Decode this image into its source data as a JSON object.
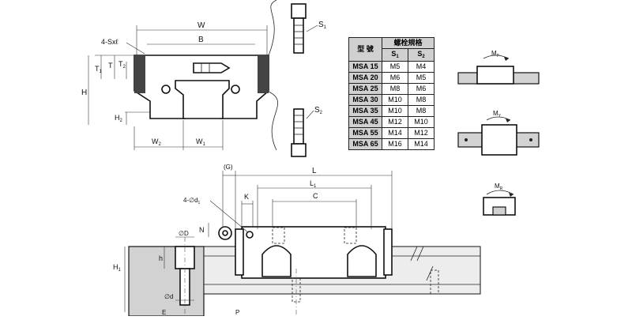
{
  "top_view": {
    "labels": {
      "W": "W",
      "B": "B",
      "screw_hole": "4-Sxℓ",
      "T1": "T",
      "T1_sub": "1",
      "T": "T",
      "T2": "T",
      "T2_sub": "2",
      "H": "H",
      "H2": "H",
      "H2_sub": "2",
      "W2": "W",
      "W2_sub": "2",
      "W1": "W",
      "W1_sub": "1"
    }
  },
  "bolts": {
    "S1": "S",
    "S1_sub": "1",
    "S2": "S",
    "S2_sub": "2"
  },
  "spec_table": {
    "header_model": "型 號",
    "header_bolt": "螺栓規格",
    "col_s1": "S",
    "col_s1_sub": "1",
    "col_s2": "S",
    "col_s2_sub": "2",
    "rows": [
      {
        "model": "MSA 15",
        "s1": "M5",
        "s2": "M4"
      },
      {
        "model": "MSA 20",
        "s1": "M6",
        "s2": "M5"
      },
      {
        "model": "MSA 25",
        "s1": "M8",
        "s2": "M6"
      },
      {
        "model": "MSA 30",
        "s1": "M10",
        "s2": "M8"
      },
      {
        "model": "MSA 35",
        "s1": "M10",
        "s2": "M8"
      },
      {
        "model": "MSA 45",
        "s1": "M12",
        "s2": "M10"
      },
      {
        "model": "MSA 55",
        "s1": "M14",
        "s2": "M12"
      },
      {
        "model": "MSA 65",
        "s1": "M16",
        "s2": "M14"
      }
    ]
  },
  "moments": {
    "mp": "M",
    "mp_sub": "P",
    "my": "M",
    "my_sub": "Y",
    "mr": "M",
    "mr_sub": "R"
  },
  "side_view": {
    "labels": {
      "G": "(G)",
      "L": "L",
      "L1": "L",
      "L1_sub": "1",
      "C": "C",
      "K": "K",
      "d1": "4-∅d",
      "d1_sub": "1",
      "N": "N",
      "D": "∅D",
      "h": "h",
      "H1": "H",
      "H1_sub": "1",
      "d": "∅d",
      "E": "E",
      "P": "P"
    }
  },
  "colors": {
    "line": "#111111",
    "gray_fill": "#d2d2d2",
    "table_header": "#d0d0d0"
  }
}
